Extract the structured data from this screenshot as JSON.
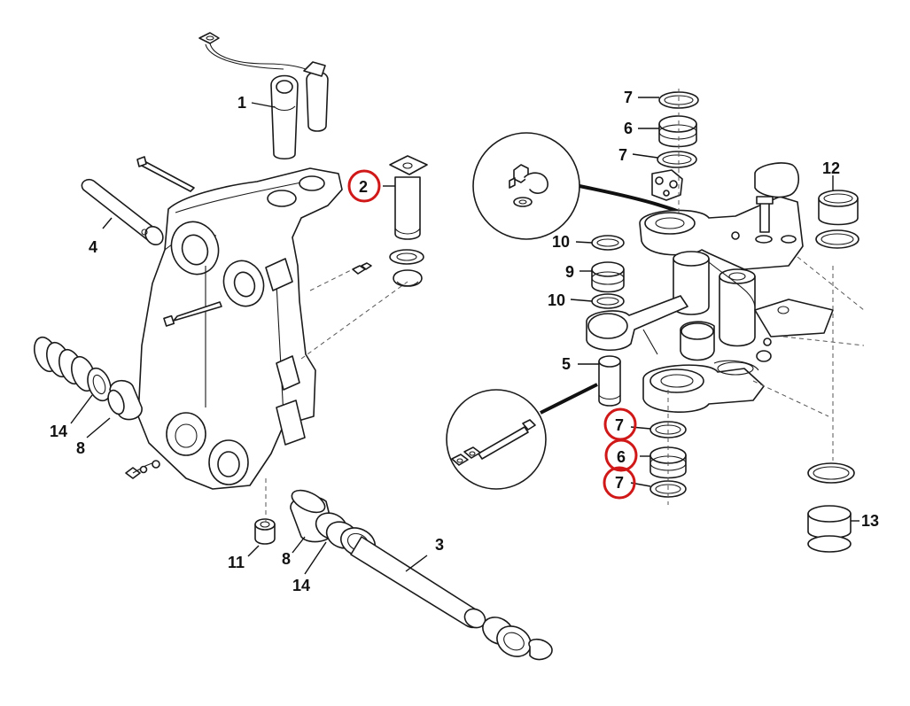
{
  "labels": {
    "l1": "1",
    "l2": "2",
    "l3": "3",
    "l4": "4",
    "l5": "5",
    "l6a": "6",
    "l6b": "6",
    "l7a": "7",
    "l7b": "7",
    "l7c": "7",
    "l7d": "7",
    "l8a": "8",
    "l8b": "8",
    "l9": "9",
    "l10a": "10",
    "l10b": "10",
    "l11": "11",
    "l12": "12",
    "l13": "13",
    "l14a": "14",
    "l14b": "14"
  },
  "highlight_color": "#d01818",
  "line_color": "#1a1a1a"
}
